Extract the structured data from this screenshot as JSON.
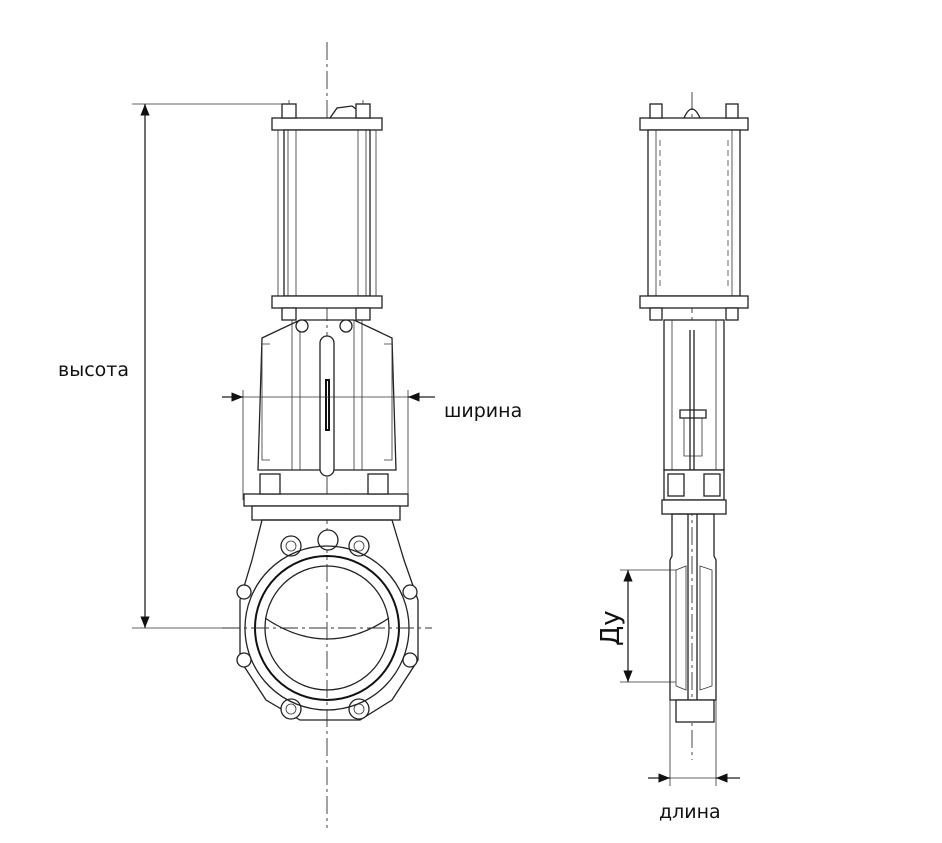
{
  "labels": {
    "height": "высота",
    "width": "ширина",
    "length": "длина",
    "nominal_diameter": "Ду"
  }
}
